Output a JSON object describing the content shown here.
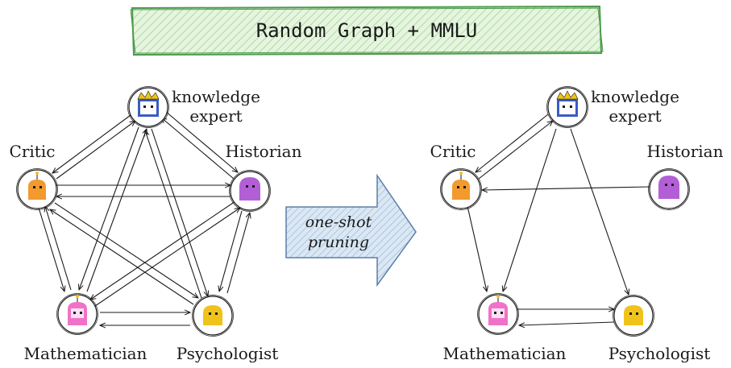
{
  "title": "Random Graph + MMLU",
  "arrow_label_line1": "one-shot",
  "arrow_label_line2": "pruning",
  "nodes": {
    "knowledge_line1": "knowledge",
    "knowledge_line2": "expert",
    "historian": "Historian",
    "critic": "Critic",
    "mathematician": "Mathematician",
    "psychologist": "Psychologist"
  },
  "colors": {
    "title_fill": "#d8f0d0",
    "title_border": "#4c9a4c",
    "arrow_fill": "#c8dcee",
    "arrow_border": "#5b7fa6",
    "critic": "#f29a2e",
    "historian": "#b25fd6",
    "mathematician": "#f072c8",
    "psychologist": "#f0c31a",
    "knowledge": "#3a5cc6"
  },
  "icons": {
    "knowledge": "crowned-character-icon",
    "historian": "purple-blob-icon",
    "critic": "orange-bot-icon",
    "mathematician": "pink-princess-icon",
    "psychologist": "yellow-blob-icon"
  }
}
